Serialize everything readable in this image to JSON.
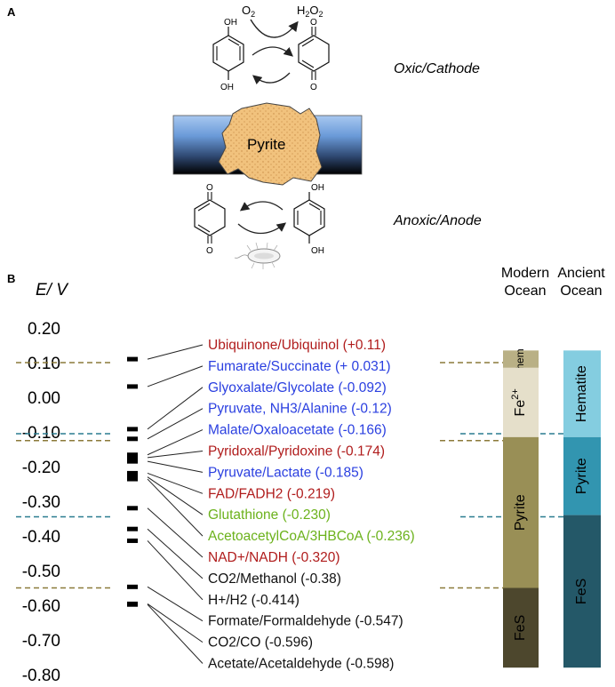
{
  "panel_a": {
    "label": "A",
    "o2": "O2",
    "h2o2": "H2O2",
    "oxic_label": "Oxic/Cathode",
    "anoxic_label": "Anoxic/Anode",
    "pyrite_label": "Pyrite",
    "oh": "OH",
    "o": "O"
  },
  "panel_b": {
    "label": "B",
    "axis_title": "E/ V",
    "ticks": [
      "0.20",
      "0.10",
      "0.00",
      "-0.10",
      "-0.20",
      "-0.30",
      "-0.40",
      "-0.50",
      "-0.60",
      "-0.70",
      "-0.80"
    ],
    "modern_header": [
      "Modern",
      "Ocean"
    ],
    "ancient_header": [
      "Ancient",
      "Ocean"
    ],
    "modern_segments": [
      {
        "label": "hem",
        "top": 0.135,
        "bottom": 0.085,
        "color": "#b9b085",
        "rotated": true
      },
      {
        "label": "Fe2+",
        "top": 0.085,
        "bottom": -0.115,
        "color": "#e5dfca",
        "rotated": true
      },
      {
        "label": "Pyrite",
        "top": -0.115,
        "bottom": -0.55,
        "color": "#998f56",
        "rotated": true
      },
      {
        "label": "FeS",
        "top": -0.55,
        "bottom": -0.78,
        "color": "#4d472d",
        "rotated": true
      }
    ],
    "ancient_segments": [
      {
        "label": "Hematite",
        "top": 0.135,
        "bottom": -0.115,
        "color": "#84cde0",
        "rotated": true
      },
      {
        "label": "Pyrite",
        "top": -0.115,
        "bottom": -0.34,
        "color": "#3295b0",
        "rotated": true
      },
      {
        "label": "FeS",
        "top": -0.34,
        "bottom": -0.78,
        "color": "#245868",
        "rotated": true
      }
    ],
    "couples": [
      {
        "label": "Ubiquinone/Ubiquinol (+0.11)",
        "e": 0.11,
        "color": "#b01c1c"
      },
      {
        "label": "Fumarate/Succinate (+ 0.031)",
        "e": 0.031,
        "color": "#2a3fe0"
      },
      {
        "label": "Glyoxalate/Glycolate (-0.092)",
        "e": -0.092,
        "color": "#2a3fe0"
      },
      {
        "label": "Pyruvate, NH3/Alanine (-0.12)",
        "e": -0.12,
        "color": "#2a3fe0"
      },
      {
        "label": "Malate/Oxaloacetate (-0.166)",
        "e": -0.166,
        "color": "#2a3fe0"
      },
      {
        "label": "Pyridoxal/Pyridoxine (-0.174)",
        "e": -0.174,
        "color": "#b01c1c"
      },
      {
        "label": "Pyruvate/Lactate (-0.185)",
        "e": -0.185,
        "color": "#2a3fe0"
      },
      {
        "label": "FAD/FADH2 (-0.219)",
        "e": -0.219,
        "color": "#b01c1c"
      },
      {
        "label": "Glutathione (-0.230)",
        "e": -0.23,
        "color": "#6cb21c"
      },
      {
        "label": "AcetoacetylCoA/3HBCoA (-0.236)",
        "e": -0.236,
        "color": "#6cb21c"
      },
      {
        "label": "NAD+/NADH (-0.320)",
        "e": -0.32,
        "color": "#b01c1c"
      },
      {
        "label": "CO2/Methanol (-0.38)",
        "e": -0.38,
        "color": "#111111"
      },
      {
        "label": "H+/H2 (-0.414)",
        "e": -0.414,
        "color": "#111111"
      },
      {
        "label": "Formate/Formaldehyde (-0.547)",
        "e": -0.547,
        "color": "#111111"
      },
      {
        "label": "CO2/CO (-0.596)",
        "e": -0.596,
        "color": "#111111"
      },
      {
        "label": "Acetate/Acetaldehyde (-0.598)",
        "e": -0.598,
        "color": "#111111"
      }
    ],
    "boundaries": [
      {
        "e": 0.1,
        "color": "#8b7a3a"
      },
      {
        "e": -0.105,
        "color": "#2a7c90"
      },
      {
        "e": -0.125,
        "color": "#8b7a3a"
      },
      {
        "e": -0.345,
        "color": "#2a7c90"
      },
      {
        "e": -0.55,
        "color": "#8b7a3a"
      }
    ]
  }
}
